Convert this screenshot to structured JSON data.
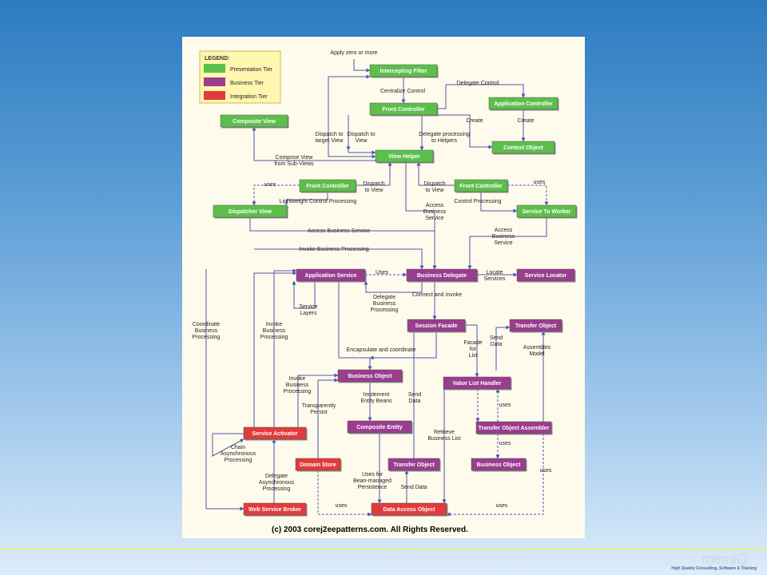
{
  "legend": {
    "title": "LEGEND:",
    "items": [
      {
        "label": "Presentation Tier",
        "color": "#5cbf4b"
      },
      {
        "label": "Business Tier",
        "color": "#9a3d8f"
      },
      {
        "label": "Integration Tier",
        "color": "#e23b3b"
      }
    ]
  },
  "tier_colors": {
    "presentation": "#5cbf4b",
    "business": "#9a3d8f",
    "integration": "#e23b3b"
  },
  "nodes": [
    {
      "id": "intercepting_filter",
      "label": "Intercepting Filter",
      "tier": "presentation"
    },
    {
      "id": "front_controller_top",
      "label": "Front Controller",
      "tier": "presentation"
    },
    {
      "id": "application_controller",
      "label": "Application Controller",
      "tier": "presentation"
    },
    {
      "id": "composite_view",
      "label": "Composite View",
      "tier": "presentation"
    },
    {
      "id": "context_object",
      "label": "Context Object",
      "tier": "presentation"
    },
    {
      "id": "view_helper",
      "label": "View Helper",
      "tier": "presentation"
    },
    {
      "id": "front_controller_left",
      "label": "Front Controller",
      "tier": "presentation"
    },
    {
      "id": "front_controller_right",
      "label": "Front Controller",
      "tier": "presentation"
    },
    {
      "id": "dispatcher_view",
      "label": "Dispatcher View",
      "tier": "presentation"
    },
    {
      "id": "service_to_worker",
      "label": "Service To Worker",
      "tier": "presentation"
    },
    {
      "id": "application_service",
      "label": "Application Service",
      "tier": "business"
    },
    {
      "id": "business_delegate",
      "label": "Business Delegate",
      "tier": "business"
    },
    {
      "id": "service_locator",
      "label": "Service Locator",
      "tier": "business"
    },
    {
      "id": "session_facade",
      "label": "Session Facade",
      "tier": "business"
    },
    {
      "id": "transfer_object_top",
      "label": "Transfer Object",
      "tier": "business"
    },
    {
      "id": "business_object",
      "label": "Business Object",
      "tier": "business"
    },
    {
      "id": "value_list_handler",
      "label": "Value List Handler",
      "tier": "business"
    },
    {
      "id": "composite_entity",
      "label": "Composite Entity",
      "tier": "business"
    },
    {
      "id": "transfer_object_assembler",
      "label": "Transfer Object Assembler",
      "tier": "business"
    },
    {
      "id": "service_activator",
      "label": "Service Activator",
      "tier": "integration"
    },
    {
      "id": "domain_store",
      "label": "Domain Store",
      "tier": "integration"
    },
    {
      "id": "transfer_object_mid",
      "label": "Transfer Object",
      "tier": "business"
    },
    {
      "id": "business_object_small",
      "label": "Business Object",
      "tier": "business"
    },
    {
      "id": "web_service_broker",
      "label": "Web Service Broker",
      "tier": "integration"
    },
    {
      "id": "data_access_object",
      "label": "Data Access Object",
      "tier": "integration"
    }
  ],
  "edge_labels": [
    {
      "id": "apply_zero_or_more",
      "lines": [
        "Apply zero or more"
      ]
    },
    {
      "id": "centralize_control",
      "lines": [
        "Centralize Control"
      ]
    },
    {
      "id": "delegate_control",
      "lines": [
        "Delegate Control"
      ]
    },
    {
      "id": "create_left",
      "lines": [
        "Create"
      ]
    },
    {
      "id": "create_right",
      "lines": [
        "Create"
      ]
    },
    {
      "id": "dispatch_target",
      "lines": [
        "Dispatch to",
        "target View"
      ]
    },
    {
      "id": "dispatch_view_a",
      "lines": [
        "Dispatch to",
        "View"
      ]
    },
    {
      "id": "delegate_processing",
      "lines": [
        "Delegate processing",
        "to Helpers"
      ]
    },
    {
      "id": "compose_view",
      "lines": [
        "Compose View",
        "from Sub-Views"
      ]
    },
    {
      "id": "uses_left",
      "lines": [
        "uses"
      ]
    },
    {
      "id": "dispatch_view_b",
      "lines": [
        "Dispatch",
        "to View"
      ]
    },
    {
      "id": "dispatch_view_c",
      "lines": [
        "Dispatch",
        "to View"
      ]
    },
    {
      "id": "uses_right",
      "lines": [
        "uses"
      ]
    },
    {
      "id": "lightweight",
      "lines": [
        "Lightweight Control Processing"
      ]
    },
    {
      "id": "access_bs_mid",
      "lines": [
        "Access",
        "Business",
        "Service"
      ]
    },
    {
      "id": "control_processing",
      "lines": [
        "Control Processing"
      ]
    },
    {
      "id": "access_bs_left",
      "lines": [
        "Access Business Service"
      ]
    },
    {
      "id": "access_bs_right",
      "lines": [
        "Access",
        "Business",
        "Service"
      ]
    },
    {
      "id": "invoke_bp_top",
      "lines": [
        "Invoke Business Processing"
      ]
    },
    {
      "id": "uses_app",
      "lines": [
        "Uses"
      ]
    },
    {
      "id": "locate_services",
      "lines": [
        "Locate",
        "Services"
      ]
    },
    {
      "id": "coordinate_bp",
      "lines": [
        "Coordinate",
        "Business",
        "Processing"
      ]
    },
    {
      "id": "service_layers",
      "lines": [
        "Service",
        "Layers"
      ]
    },
    {
      "id": "delegate_bp",
      "lines": [
        "Delegate",
        "Business",
        "Processing"
      ]
    },
    {
      "id": "connect_invoke",
      "lines": [
        "Connect and Invoke"
      ]
    },
    {
      "id": "invoke_bp_mid",
      "lines": [
        "Invoke",
        "Business",
        "Processing"
      ]
    },
    {
      "id": "encapsulate",
      "lines": [
        "Encapsulate and coordinate"
      ]
    },
    {
      "id": "facade_for_list",
      "lines": [
        "Facade",
        "for",
        "List"
      ]
    },
    {
      "id": "send_data_top",
      "lines": [
        "Send",
        "Data"
      ]
    },
    {
      "id": "assembles_model",
      "lines": [
        "Assembles",
        "Model"
      ]
    },
    {
      "id": "invoke_bp_low",
      "lines": [
        "Invoke",
        "Business",
        "Processing"
      ]
    },
    {
      "id": "implement_eb",
      "lines": [
        "Implement",
        "Entity Beans"
      ]
    },
    {
      "id": "send_data_mid",
      "lines": [
        "Send",
        "Data"
      ]
    },
    {
      "id": "transparently_persist",
      "lines": [
        "Transparently",
        "Persist"
      ]
    },
    {
      "id": "uses_vlh",
      "lines": [
        "uses"
      ]
    },
    {
      "id": "chain_async",
      "lines": [
        "Chain",
        "Asynchronous",
        "Processing"
      ]
    },
    {
      "id": "retrieve_bl",
      "lines": [
        "Retrieve",
        "Business List"
      ]
    },
    {
      "id": "uses_toa",
      "lines": [
        "uses"
      ]
    },
    {
      "id": "delegate_async",
      "lines": [
        "Delegate",
        "Asynchronous",
        "Processing"
      ]
    },
    {
      "id": "uses_bean",
      "lines": [
        "Uses for",
        "Bean-managed",
        "Persistence"
      ]
    },
    {
      "id": "send_data_low",
      "lines": [
        "Send Data"
      ]
    },
    {
      "id": "uses_right_low",
      "lines": [
        "uses"
      ]
    },
    {
      "id": "uses_dao_left",
      "lines": [
        "uses"
      ]
    },
    {
      "id": "uses_dao_right",
      "lines": [
        "uses"
      ]
    }
  ],
  "copyright": "(c) 2003 corej2eepatterns.com. All Rights Reserved.",
  "footer": {
    "logo_name": "memIQ",
    "logo_tagline": "High Quality Consulting, Software & Training"
  }
}
